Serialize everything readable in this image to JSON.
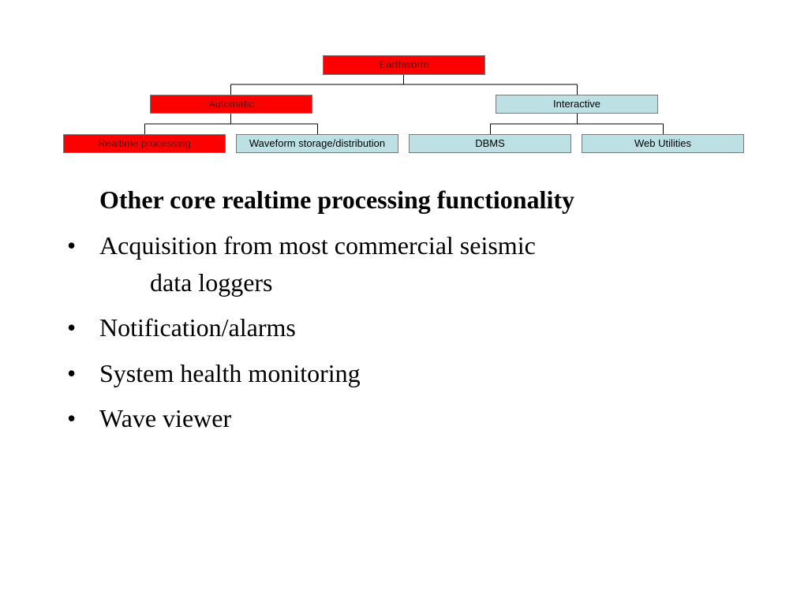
{
  "diagram": {
    "root": {
      "label": "Earthworm",
      "color": "#ff0000"
    },
    "level1": [
      {
        "label": "Automatic",
        "color": "#ff0000"
      },
      {
        "label": "Interactive",
        "color": "#bde0e4"
      }
    ],
    "level2": [
      {
        "label": "Realtime processing",
        "color": "#ff0000"
      },
      {
        "label": "Waveform storage/distribution",
        "color": "#bde0e4"
      },
      {
        "label": "DBMS",
        "color": "#bde0e4"
      },
      {
        "label": "Web Utilities",
        "color": "#bde0e4"
      }
    ]
  },
  "slide": {
    "heading": "Other core realtime processing functionality",
    "bullet_char": "•",
    "bullets": [
      {
        "line1": "Acquisition from most commercial seismic",
        "line2": "data loggers"
      },
      {
        "line1": "Notification/alarms"
      },
      {
        "line1": "System health monitoring"
      },
      {
        "line1": "Wave viewer"
      }
    ]
  }
}
